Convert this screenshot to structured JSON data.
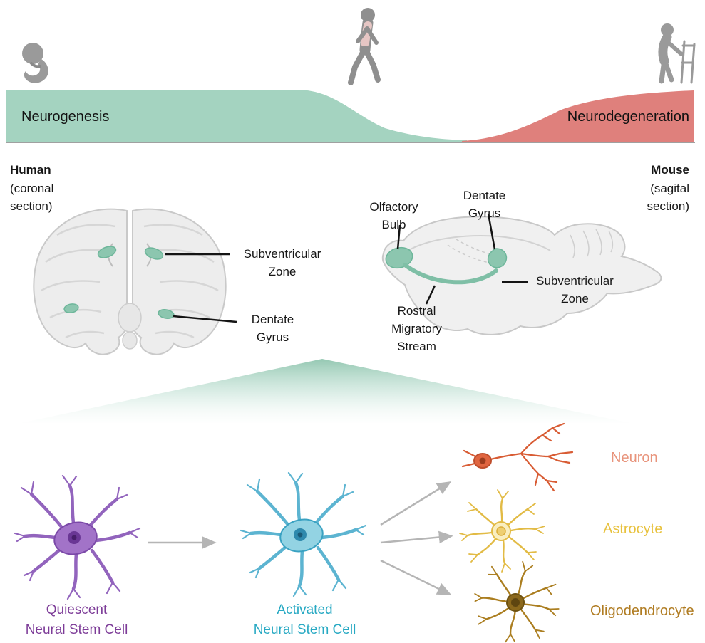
{
  "colors": {
    "neurogenesis_band": "#a4d3c0",
    "neurodegeneration_band": "#df807c",
    "highlight_teal": "#8cc6af",
    "quiescent": "#7d3c98",
    "activated": "#27a9c3",
    "neuron": "#e8947c",
    "astrocyte": "#e8c23e",
    "oligodendrocyte": "#b07c22"
  },
  "timeline": {
    "neurogenesis": "Neurogenesis",
    "neurodegeneration": "Neurodegeneration"
  },
  "icons": {
    "fetus": "fetus-silhouette",
    "adult": "walking-adult-silhouette",
    "elderly": "elderly-with-walker-silhouette"
  },
  "human_brain": {
    "title": "Human",
    "subtitle": "(coronal\nsection)",
    "labels": {
      "subventricular_zone": "Subventricular\nZone",
      "dentate_gyrus": "Dentate\nGyrus"
    }
  },
  "mouse_brain": {
    "title": "Mouse",
    "subtitle": "(sagital\nsection)",
    "labels": {
      "olfactory_bulb": "Olfactory\nBulb",
      "dentate_gyrus": "Dentate\nGyrus",
      "rostral_migratory_stream": "Rostral\nMigratory\nStream",
      "subventricular_zone": "Subventricular\nZone"
    }
  },
  "cells": {
    "quiescent": {
      "label": "Quiescent\nNeural Stem Cell"
    },
    "activated": {
      "label": "Activated\nNeural Stem Cell"
    },
    "neuron": {
      "label": "Neuron"
    },
    "astrocyte": {
      "label": "Astrocyte"
    },
    "oligodendrocyte": {
      "label": "Oligodendrocyte"
    }
  }
}
